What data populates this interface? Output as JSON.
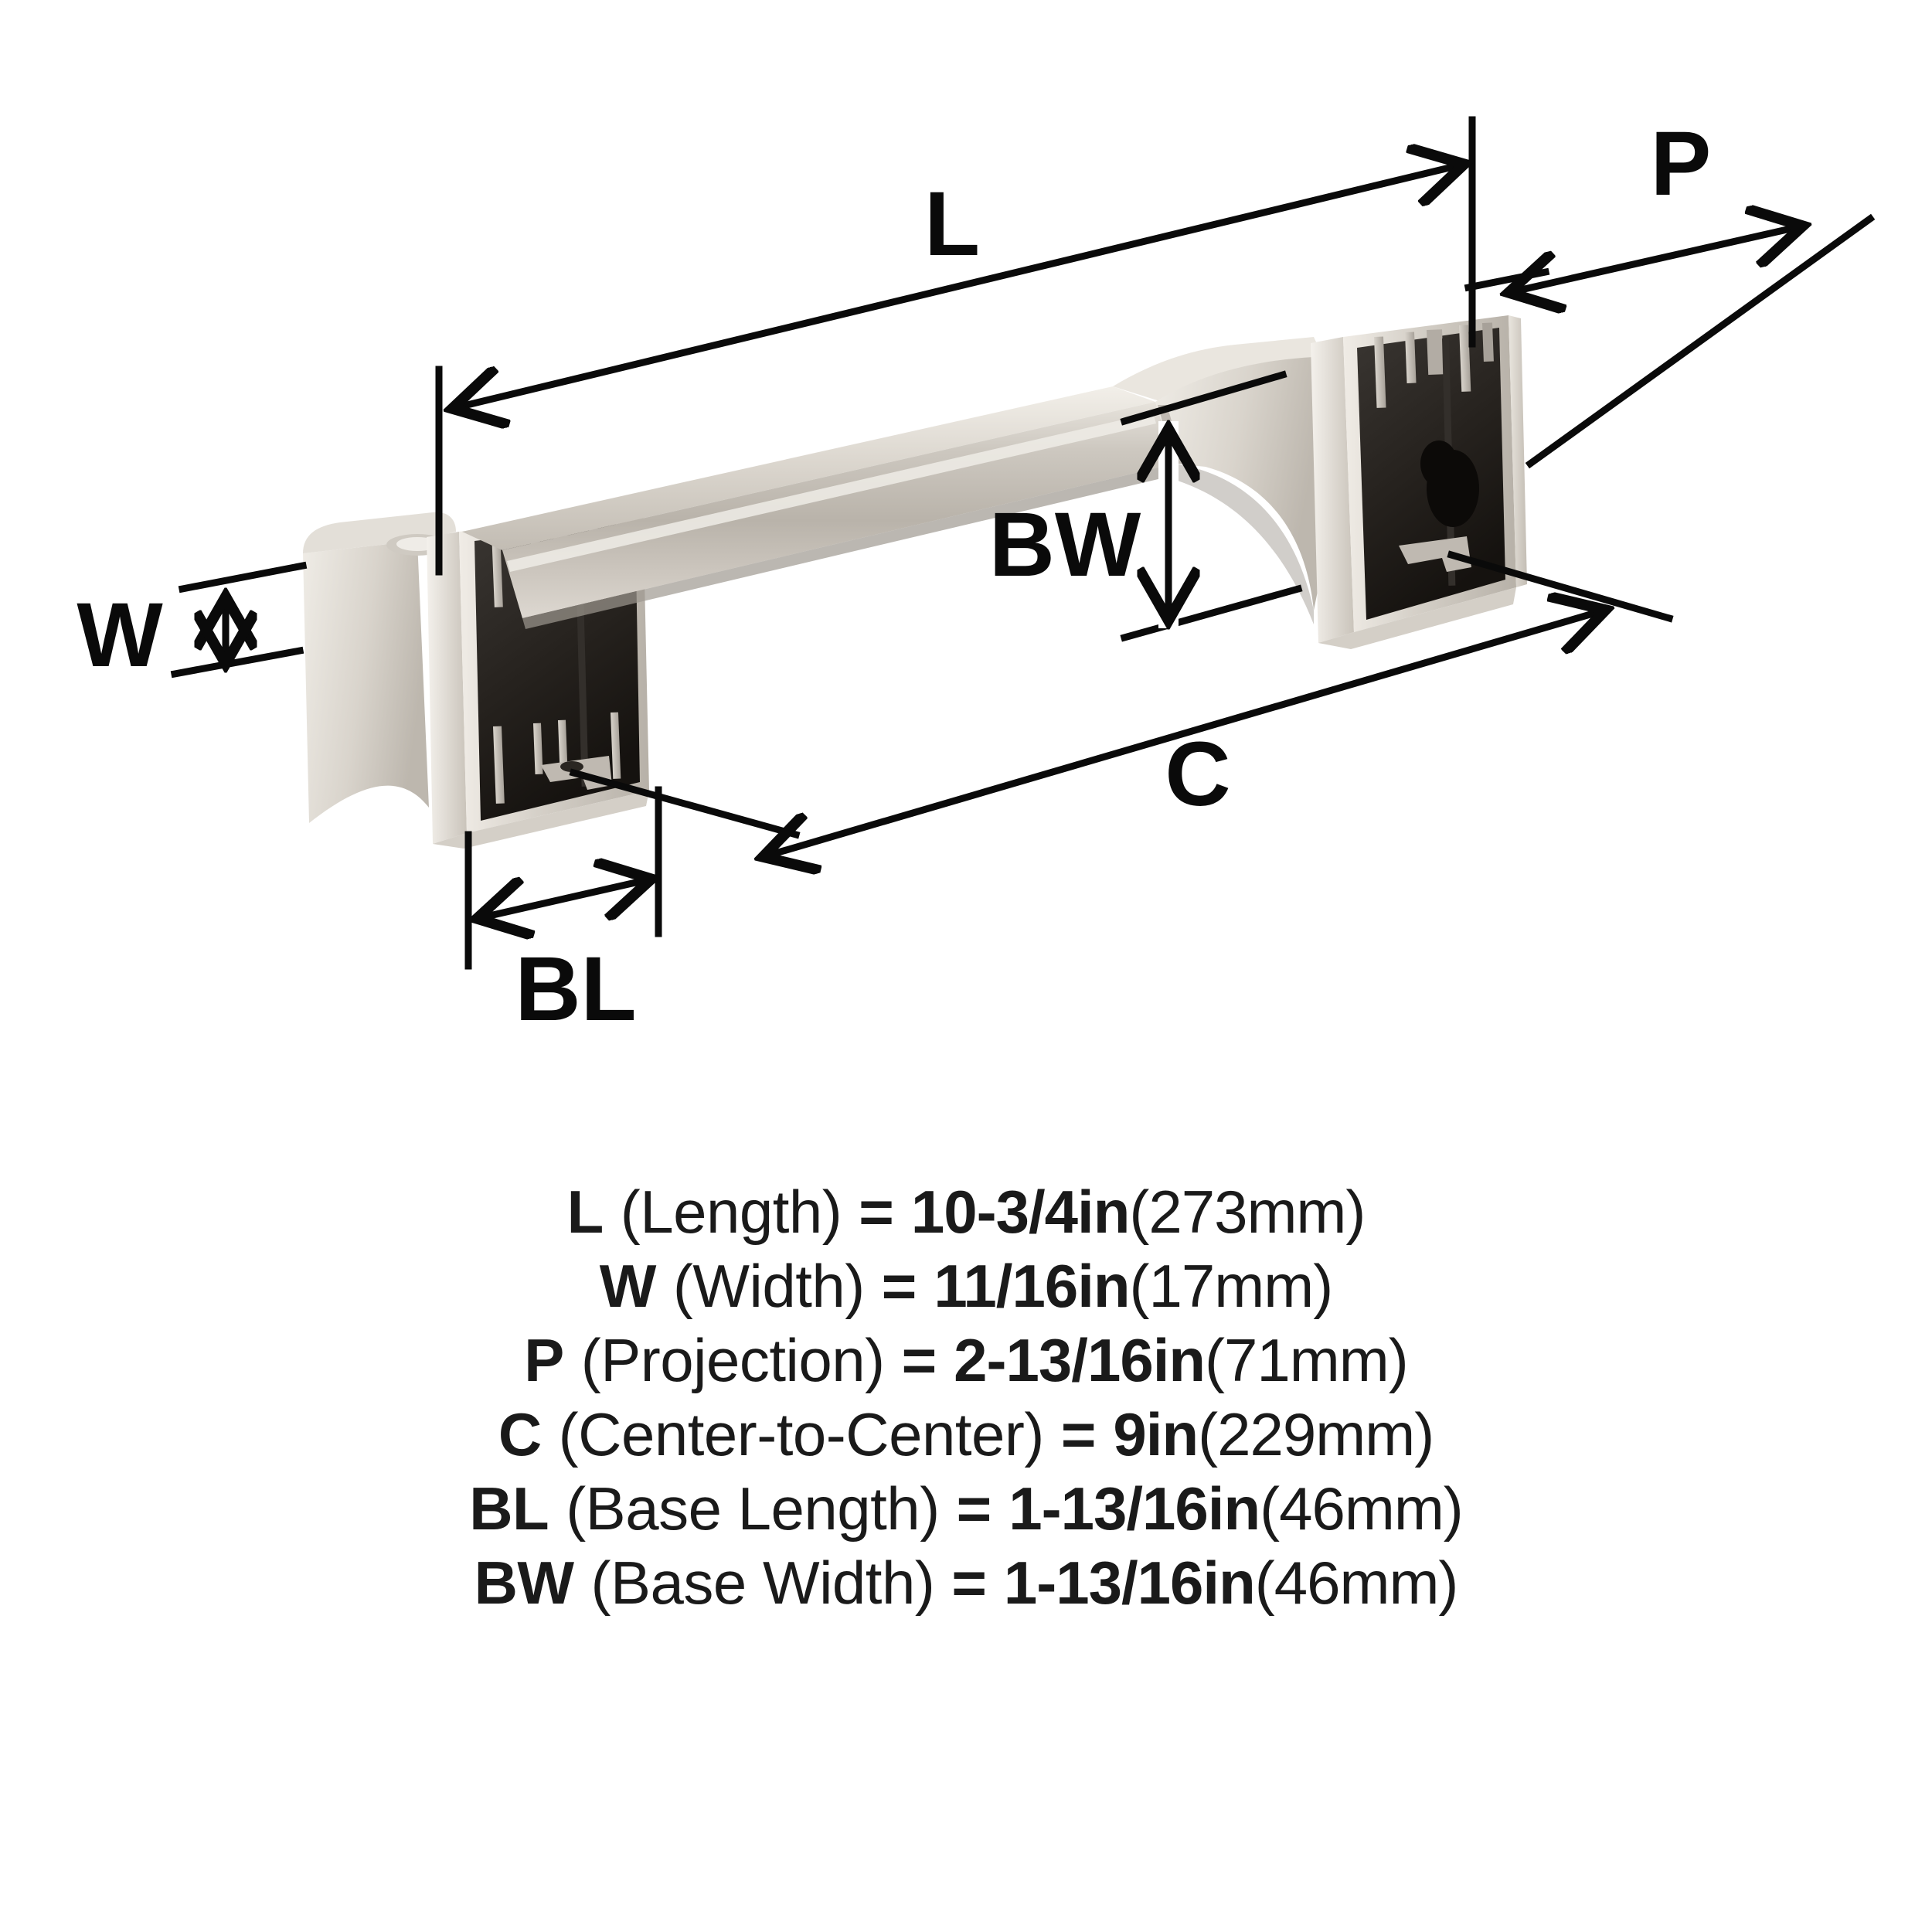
{
  "product": {
    "type": "cabinet-pull-handle",
    "finish_color": "#c9c4bc",
    "finish_dark": "#2e2a26",
    "line_color": "#0a0a0a"
  },
  "diagram": {
    "labels": {
      "length": "L",
      "width": "W",
      "projection": "P",
      "center_to_center": "C",
      "base_length": "BL",
      "base_width": "BW"
    }
  },
  "specs": [
    {
      "code": "L",
      "name": "(Length)",
      "equals": "=",
      "imperial": "10-3/4in",
      "metric": "(273mm)"
    },
    {
      "code": "W",
      "name": "(Width)",
      "equals": "=",
      "imperial": "11/16in",
      "metric": "(17mm)"
    },
    {
      "code": "P",
      "name": "(Projection)",
      "equals": "=",
      "imperial": "2-13/16in",
      "metric": "(71mm)"
    },
    {
      "code": "C",
      "name": "(Center-to-Center)",
      "equals": "=",
      "imperial": "9in",
      "metric": "(229mm)"
    },
    {
      "code": "BL",
      "name": "(Base Length)",
      "equals": "=",
      "imperial": "1-13/16in",
      "metric": "(46mm)"
    },
    {
      "code": "BW",
      "name": "(Base Width)",
      "equals": "=",
      "imperial": "1-13/16in",
      "metric": "(46mm)"
    }
  ]
}
